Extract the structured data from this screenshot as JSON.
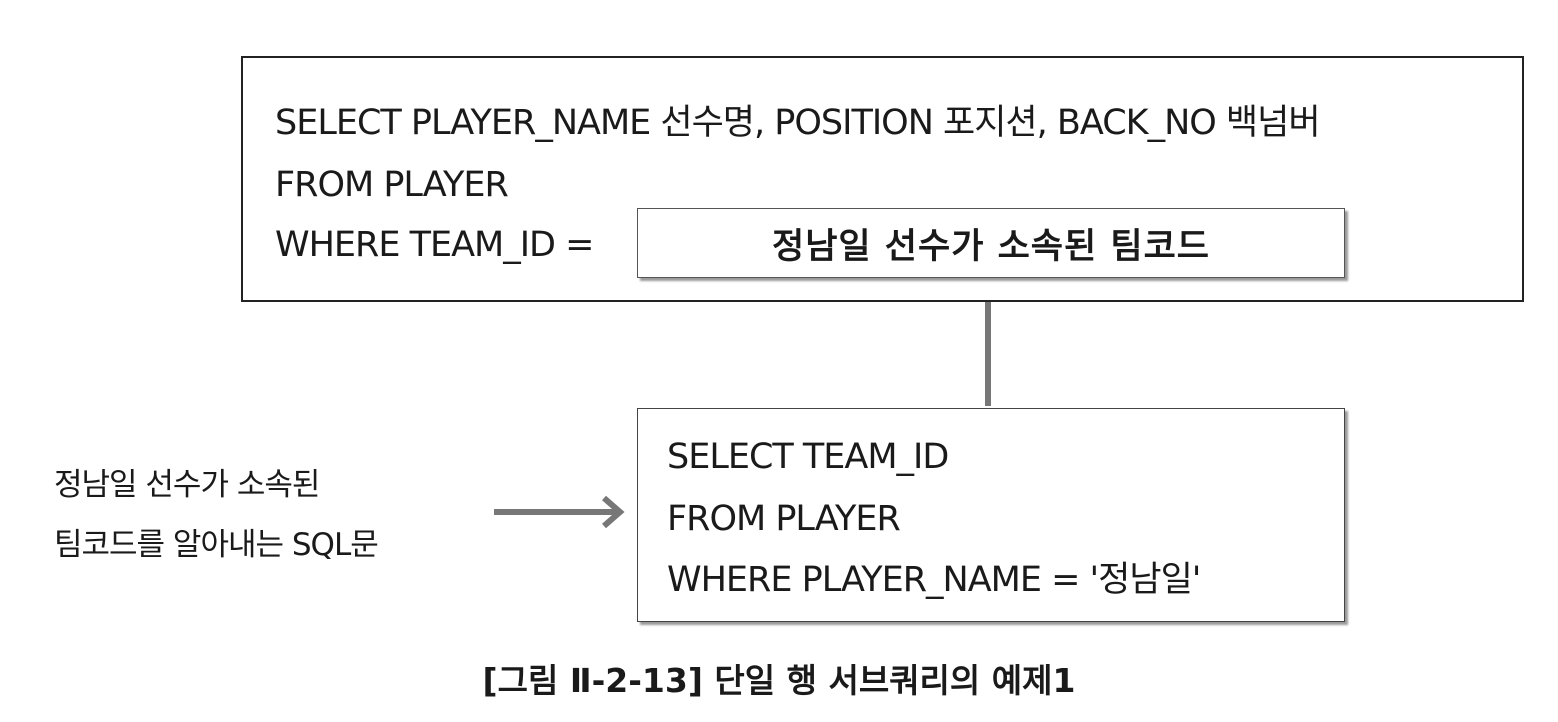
{
  "main_query": {
    "line1": "SELECT PLAYER_NAME 선수명, POSITION 포지션, BACK_NO 백넘버",
    "line2": "FROM PLAYER",
    "line3_prefix": "WHERE TEAM_ID =",
    "placeholder": "정남일 선수가 소속된 팀코드"
  },
  "subquery": {
    "line1": "SELECT TEAM_ID",
    "line2": "FROM PLAYER",
    "line3": "WHERE PLAYER_NAME = '정남일'"
  },
  "side_label": {
    "line1": "정남일 선수가 소속된",
    "line2": "팀코드를 알아내는 SQL문"
  },
  "caption": "[그림 Ⅱ-2-13] 단일 행 서브쿼리의 예제1"
}
